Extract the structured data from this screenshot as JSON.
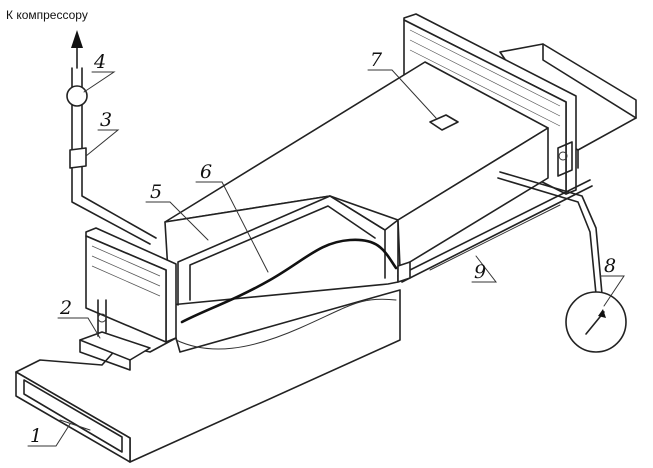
{
  "caption": "К компрессору",
  "labels": [
    "1",
    "2",
    "3",
    "4",
    "5",
    "6",
    "7",
    "8",
    "9"
  ]
}
